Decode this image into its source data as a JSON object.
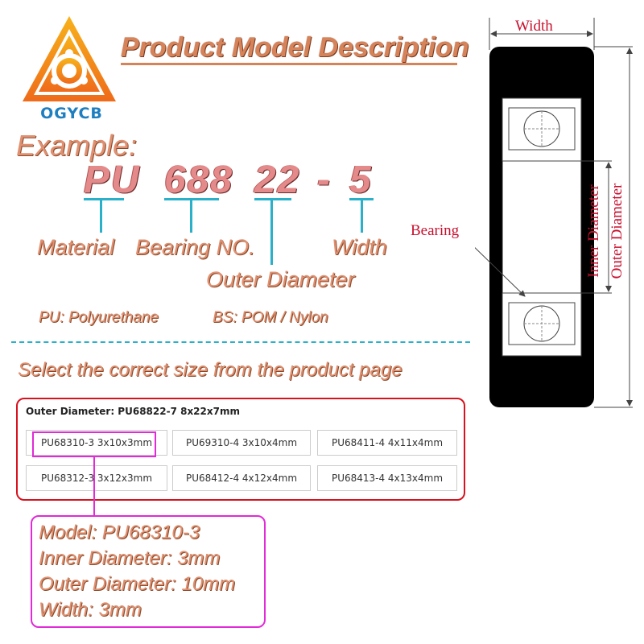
{
  "logo": {
    "text": "OGYCB"
  },
  "header": {
    "title": "Product Model Description"
  },
  "example": {
    "label": "Example:",
    "parts": [
      "PU",
      "688",
      "22",
      "-",
      "5"
    ],
    "labels": {
      "material": "Material",
      "bearing_no": "Bearing NO.",
      "width": "Width",
      "outer_diameter": "Outer Diameter"
    },
    "materials": {
      "pu": "PU: Polyurethane",
      "bs": "BS: POM / Nylon"
    }
  },
  "instruction": "Select the correct size from the product page",
  "selector": {
    "title": "Outer Diameter: PU68822-7 8x22x7mm",
    "options": [
      "PU68310-3 3x10x3mm",
      "PU69310-4 3x10x4mm",
      "PU68411-4 4x11x4mm",
      "PU68312-3 3x12x3mm",
      "PU68412-4 4x12x4mm",
      "PU68413-4 4x13x4mm"
    ],
    "selected_index": 0
  },
  "model_info": {
    "model": "Model: PU68310-3",
    "inner": "Inner Diameter: 3mm",
    "outer": "Outer Diameter: 10mm",
    "width": "Width: 3mm"
  },
  "diagram": {
    "width": "Width",
    "bearing": "Bearing",
    "inner_diameter": "Inner Diameter",
    "outer_diameter": "Outer Diameter"
  },
  "colors": {
    "highlight_box": "#e22ad8",
    "select_box": "#d8121e",
    "underline": "#2ab0c8",
    "label_red": "#c8102e"
  }
}
